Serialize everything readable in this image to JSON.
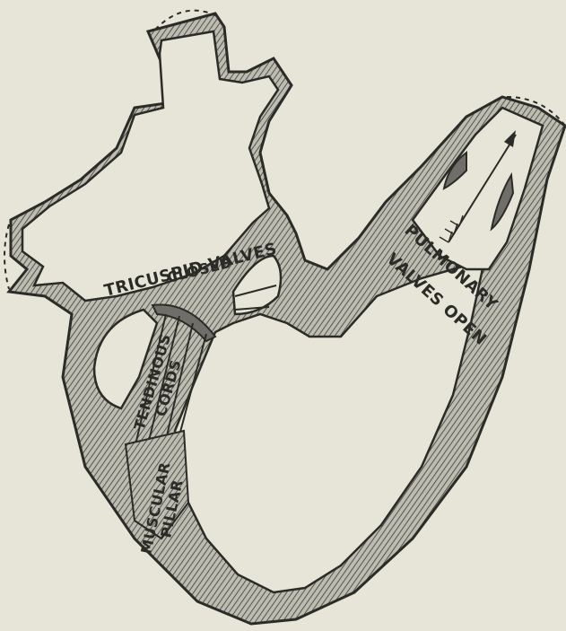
{
  "labels": {
    "tricuspid_line1": "TRICUSPID VALVES",
    "tricuspid_line2": "CLOSED",
    "pulmonary_line1": "PULMONARY",
    "pulmonary_line2": "VALVES OPEN",
    "tendinous_line1": "TENDINOUS",
    "tendinous_line2": "CORDS",
    "muscular_line1": "MUSCULAR",
    "muscular_line2": "PILLAR"
  },
  "colors": {
    "background": "#e6e5d8",
    "ink": "#2b2b27",
    "wall_fill": "#7d7c75",
    "chamber_fill": "#e6e5d8"
  }
}
